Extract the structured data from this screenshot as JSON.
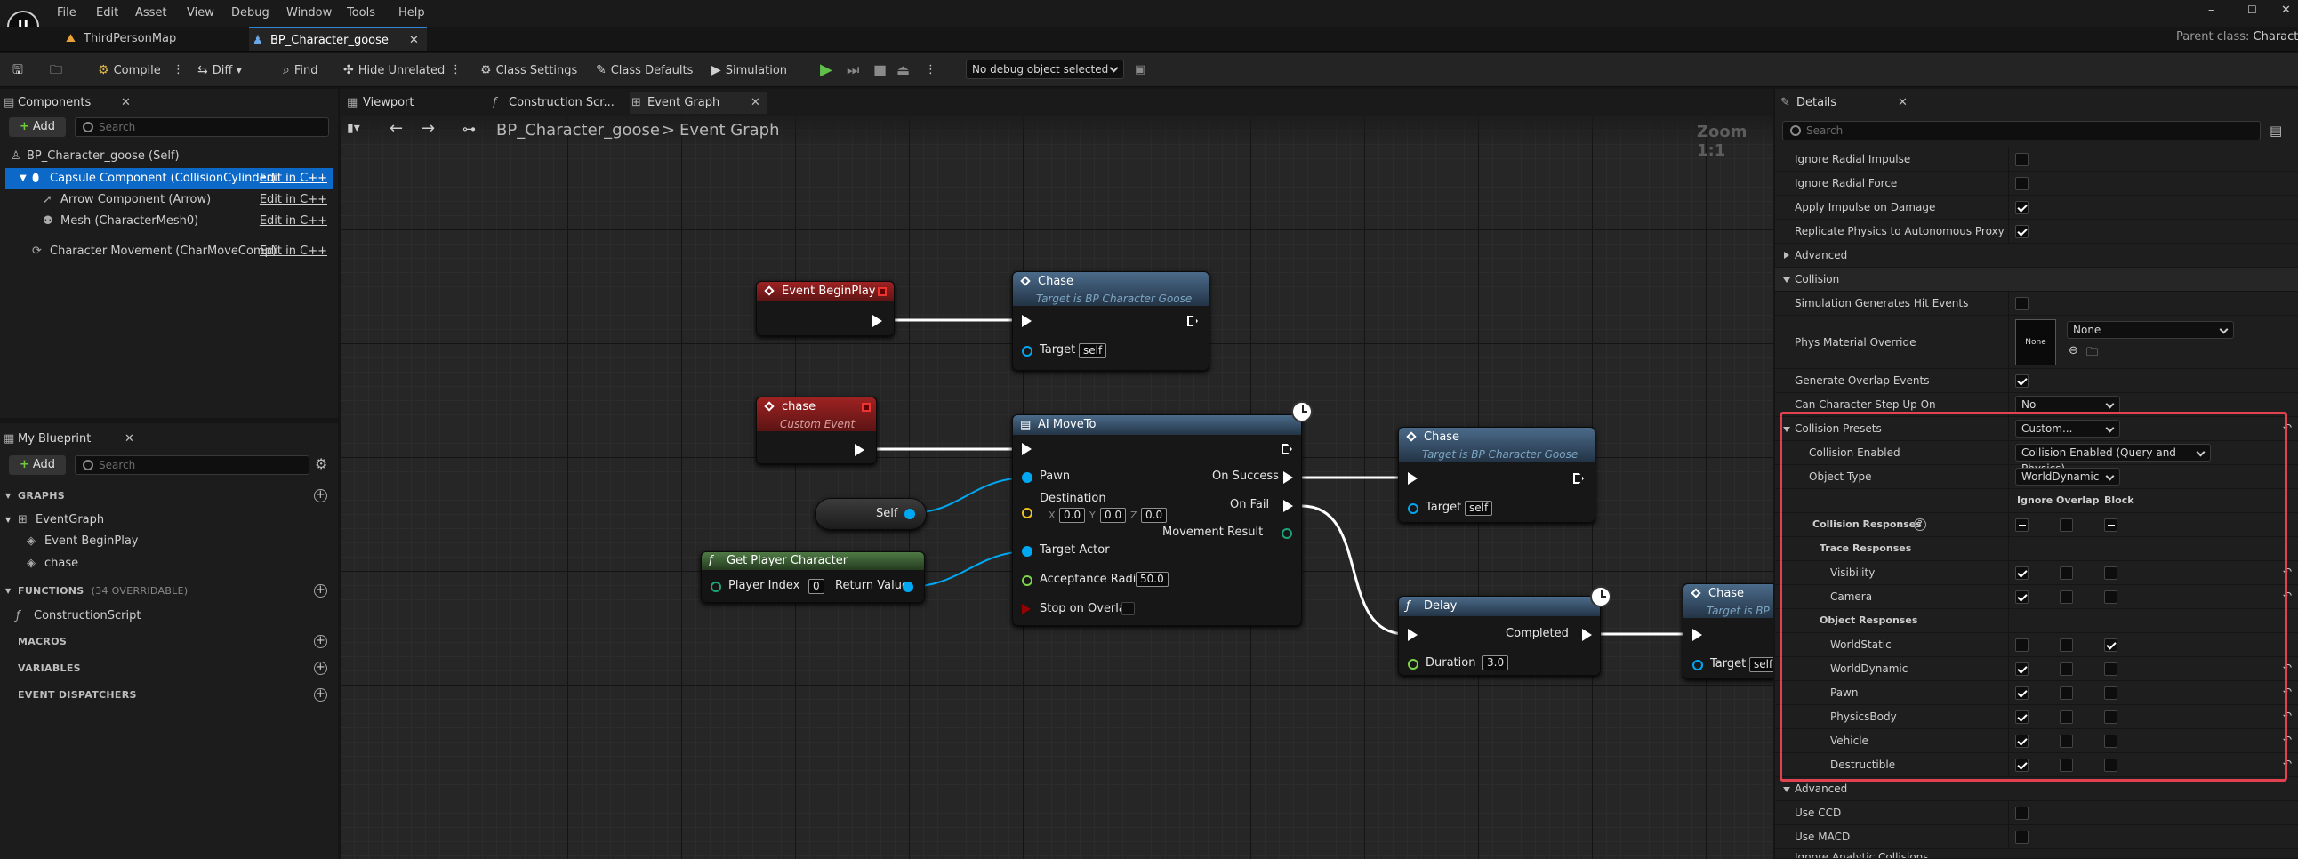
{
  "menu": [
    "File",
    "Edit",
    "Asset",
    "View",
    "Debug",
    "Window",
    "Tools",
    "Help"
  ],
  "logo_text": "U",
  "window_controls": [
    "–",
    "☐",
    "✕"
  ],
  "tabs": [
    {
      "label": "ThirdPersonMap",
      "active": false
    },
    {
      "label": "BP_Character_goose",
      "active": true
    }
  ],
  "parent_class": {
    "label": "Parent class:",
    "value": "Characte"
  },
  "toolbar": {
    "compile": "Compile",
    "diff": "Diff",
    "find": "Find",
    "hide_unrelated": "Hide Unrelated",
    "class_settings": "Class Settings",
    "class_defaults": "Class Defaults",
    "simulation": "Simulation",
    "debug_object": "No debug object selected"
  },
  "components": {
    "tab": "Components",
    "add": "Add",
    "search_placeholder": "Search",
    "items": [
      {
        "label": "BP_Character_goose (Self)",
        "edit": ""
      },
      {
        "label": "Capsule Component (CollisionCylinder)",
        "edit": "Edit in C++"
      },
      {
        "label": "Arrow Component (Arrow)",
        "edit": "Edit in C++"
      },
      {
        "label": "Mesh (CharacterMesh0)",
        "edit": "Edit in C++"
      },
      {
        "label": "Character Movement (CharMoveComp)",
        "edit": "Edit in C++"
      }
    ]
  },
  "my_blueprint": {
    "tab": "My Blueprint",
    "add": "Add",
    "search_placeholder": "Search",
    "graphs": "GRAPHS",
    "event_graph": "EventGraph",
    "begin_play": "Event BeginPlay",
    "chase": "chase",
    "functions": "FUNCTIONS",
    "functions_count": "(34 OVERRIDABLE)",
    "construction_script": "ConstructionScript",
    "macros": "MACROS",
    "variables": "VARIABLES",
    "dispatchers": "EVENT DISPATCHERS"
  },
  "graph": {
    "tabs": [
      "Viewport",
      "Construction Scr...",
      "Event Graph"
    ],
    "breadcrumb_bp": "BP_Character_goose",
    "breadcrumb_sep": ">",
    "breadcrumb_graph": "Event Graph",
    "zoom": "Zoom 1:1",
    "nodes": {
      "begin_play": {
        "title": "Event BeginPlay"
      },
      "chase1": {
        "title": "Chase",
        "subtitle": "Target is BP Character Goose",
        "target": "Target",
        "target_value": "self"
      },
      "chase_event": {
        "title": "chase",
        "subtitle": "Custom Event"
      },
      "ai_moveto": {
        "title": "AI MoveTo",
        "pawn": "Pawn",
        "destination": "Destination",
        "x": "0.0",
        "y": "0.0",
        "z": "0.0",
        "x_label": "X",
        "y_label": "Y",
        "z_label": "Z",
        "target_actor": "Target Actor",
        "acceptance": "Acceptance Radius",
        "acceptance_value": "50.0",
        "stop_on_overlap": "Stop on Overlap",
        "on_success": "On Success",
        "on_fail": "On Fail",
        "movement_result": "Movement Result"
      },
      "self_node": {
        "title": "Self"
      },
      "get_player": {
        "title": "Get Player Character",
        "player_index": "Player Index",
        "player_index_value": "0",
        "return_value": "Return Value"
      },
      "chase2": {
        "title": "Chase",
        "subtitle": "Target is BP Character Goose",
        "target": "Target",
        "target_value": "self"
      },
      "delay": {
        "title": "Delay",
        "completed": "Completed",
        "duration": "Duration",
        "duration_value": "3.0"
      },
      "chase3": {
        "title": "Chase",
        "subtitle": "Target is BP C",
        "target": "Target",
        "target_value": "self"
      }
    }
  },
  "details": {
    "tab": "Details",
    "search_placeholder": "Search",
    "rows_top": [
      {
        "label": "Ignore Radial Impulse",
        "checked": false
      },
      {
        "label": "Ignore Radial Force",
        "checked": false
      },
      {
        "label": "Apply Impulse on Damage",
        "checked": true
      },
      {
        "label": "Replicate Physics to Autonomous Proxy",
        "checked": true
      }
    ],
    "advanced1": "Advanced",
    "collision_cat": "Collision",
    "sim_hit": "Simulation Generates Hit Events",
    "phys_material": "Phys Material Override",
    "phys_material_thumb": "None",
    "phys_material_value": "None",
    "generate_overlap": "Generate Overlap Events",
    "step_up": "Can Character Step Up On",
    "step_up_value": "No",
    "collision_presets": "Collision Presets",
    "collision_presets_value": "Custom...",
    "collision_enabled": "Collision Enabled",
    "collision_enabled_value": "Collision Enabled (Query and Physics)",
    "object_type": "Object Type",
    "object_type_value": "WorldDynamic",
    "col_headers": [
      "Ignore",
      "Overlap",
      "Block"
    ],
    "collision_responses": "Collision Responses",
    "trace_responses": "Trace Responses",
    "trace": [
      {
        "label": "Visibility",
        "state": "ignore"
      },
      {
        "label": "Camera",
        "state": "ignore"
      }
    ],
    "object_responses": "Object Responses",
    "objects": [
      {
        "label": "WorldStatic",
        "state": "block"
      },
      {
        "label": "WorldDynamic",
        "state": "ignore"
      },
      {
        "label": "Pawn",
        "state": "ignore"
      },
      {
        "label": "PhysicsBody",
        "state": "ignore"
      },
      {
        "label": "Vehicle",
        "state": "ignore"
      },
      {
        "label": "Destructible",
        "state": "ignore"
      }
    ],
    "advanced2": "Advanced",
    "use_ccd": "Use CCD",
    "use_macd": "Use MACD",
    "ignore_analytic": "Ignore Analytic Collisions"
  },
  "colors": {
    "accent": "#0c69c8",
    "exec": "#ffffff",
    "object_pin": "#00a8f3",
    "vector_pin": "#f2c31a",
    "float_pin": "#7cd44a",
    "bool_pin": "#950000",
    "event_head": "#8a1b1b",
    "function_head": "#3c5874",
    "pure_head": "#3b5b34",
    "highlight": "#e24250"
  }
}
